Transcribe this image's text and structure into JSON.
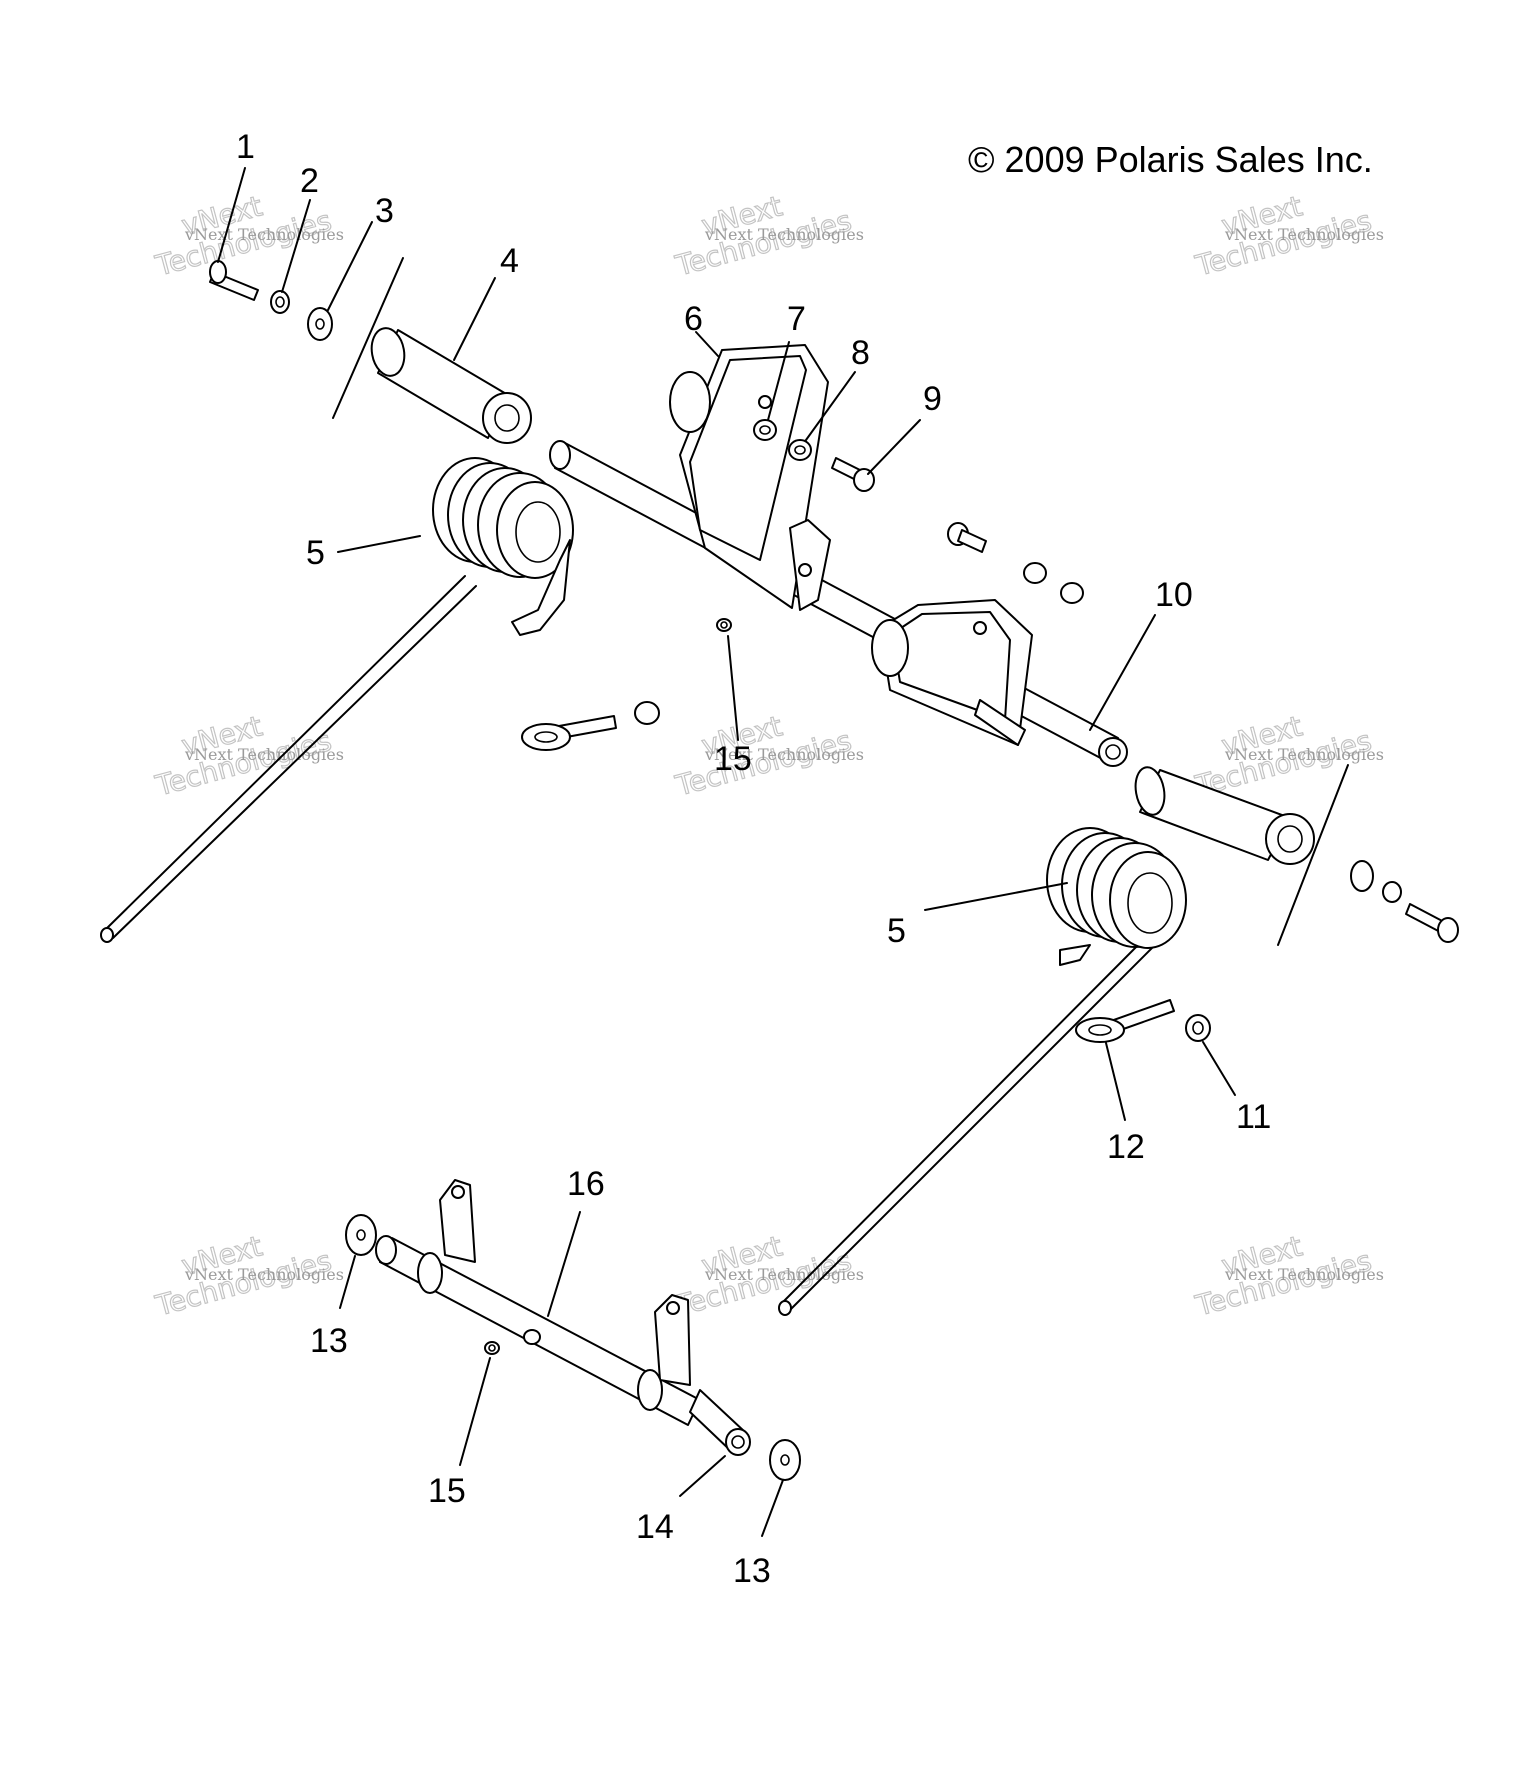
{
  "copyright": "© 2009 Polaris Sales Inc.",
  "watermark": {
    "line1": "vNext Technologies",
    "line2": "vNext",
    "line3": "Technologies"
  },
  "callouts": [
    "1",
    "2",
    "3",
    "4",
    "5",
    "6",
    "7",
    "8",
    "9",
    "10",
    "11",
    "12",
    "13",
    "14",
    "15",
    "16"
  ]
}
